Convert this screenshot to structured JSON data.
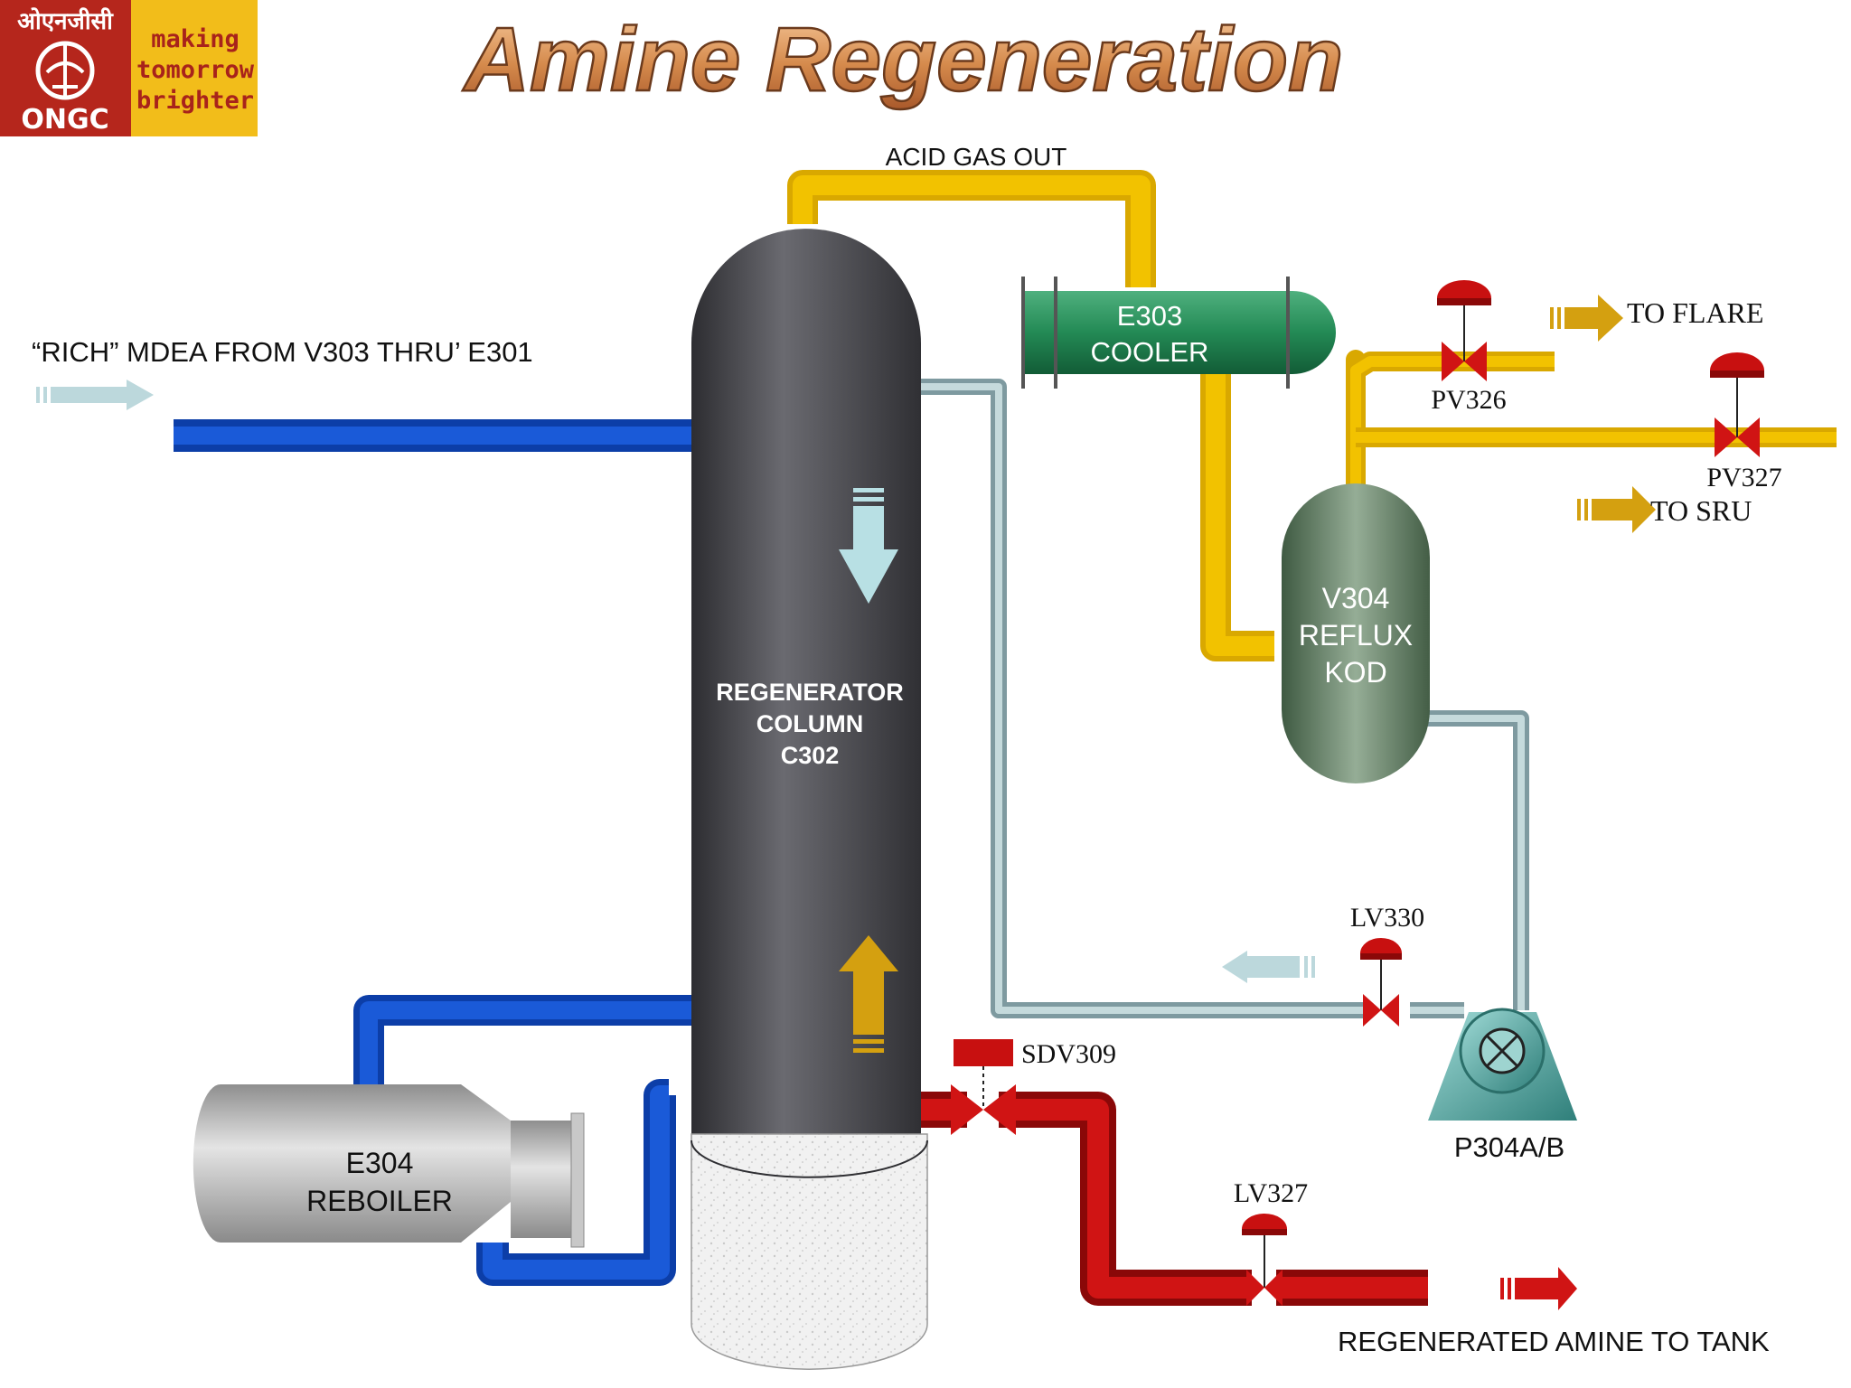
{
  "title": "Amine Regeneration",
  "logo": {
    "hindi_text": "ओएनजीसी",
    "brand": "ONGC",
    "tagline": [
      "making",
      "tomorrow",
      "brighter"
    ]
  },
  "labels": {
    "acid_gas_out": "ACID GAS OUT",
    "rich_mdea": "“RICH” MDEA FROM V303 THRU’ E301",
    "to_flare": "TO FLARE",
    "to_sru": "TO SRU",
    "regen_amine": "REGENERATED AMINE TO TANK"
  },
  "equipment": {
    "c302": [
      "REGENERATOR",
      "COLUMN",
      "C302"
    ],
    "e303": [
      "E303",
      "COOLER"
    ],
    "v304": [
      "V304",
      "REFLUX",
      "KOD"
    ],
    "e304": [
      "E304",
      "REBOILER"
    ],
    "p304": "P304A/B"
  },
  "valves": {
    "pv326": "PV326",
    "pv327": "PV327",
    "lv330": "LV330",
    "sdv309": "SDV309",
    "lv327": "LV327"
  },
  "colors": {
    "rich_amine": "#1450c8",
    "acid_gas": "#f0c000",
    "reflux": "#a8c0c4",
    "lean_amine": "#c81010",
    "column": "#4a4a50",
    "cooler": "#238a55",
    "kod": "#6e8a70",
    "valve": "#c81010"
  }
}
